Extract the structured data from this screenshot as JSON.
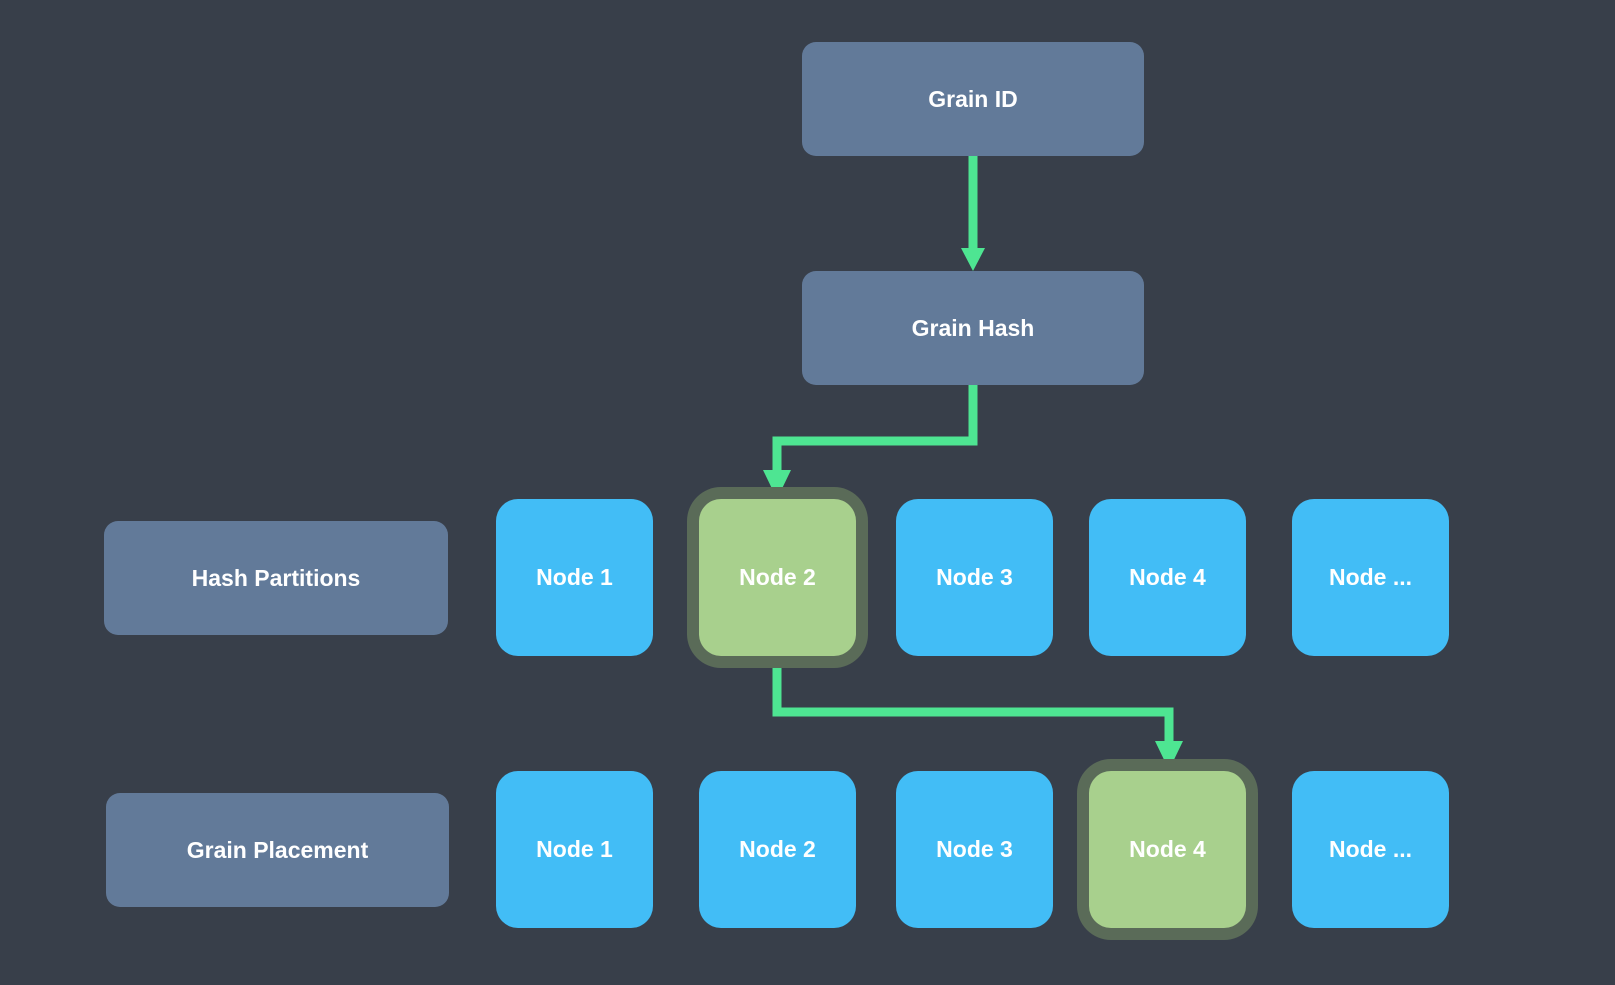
{
  "grain_id": "Grain ID",
  "grain_hash": "Grain Hash",
  "hash_partitions": {
    "label": "Hash Partitions",
    "nodes": [
      "Node 1",
      "Node 2",
      "Node 3",
      "Node 4",
      "Node ..."
    ],
    "selected": "Node 2"
  },
  "grain_placement": {
    "label": "Grain Placement",
    "nodes": [
      "Node 1",
      "Node 2",
      "Node 3",
      "Node 4",
      "Node ..."
    ],
    "selected": "Node 4"
  },
  "colors": {
    "background": "#383f4a",
    "label_box": "#627a99",
    "node": "#42bdf6",
    "selected_node": "#a8d08d",
    "selected_ring": "#5a6b58",
    "arrow": "#4ee592"
  }
}
